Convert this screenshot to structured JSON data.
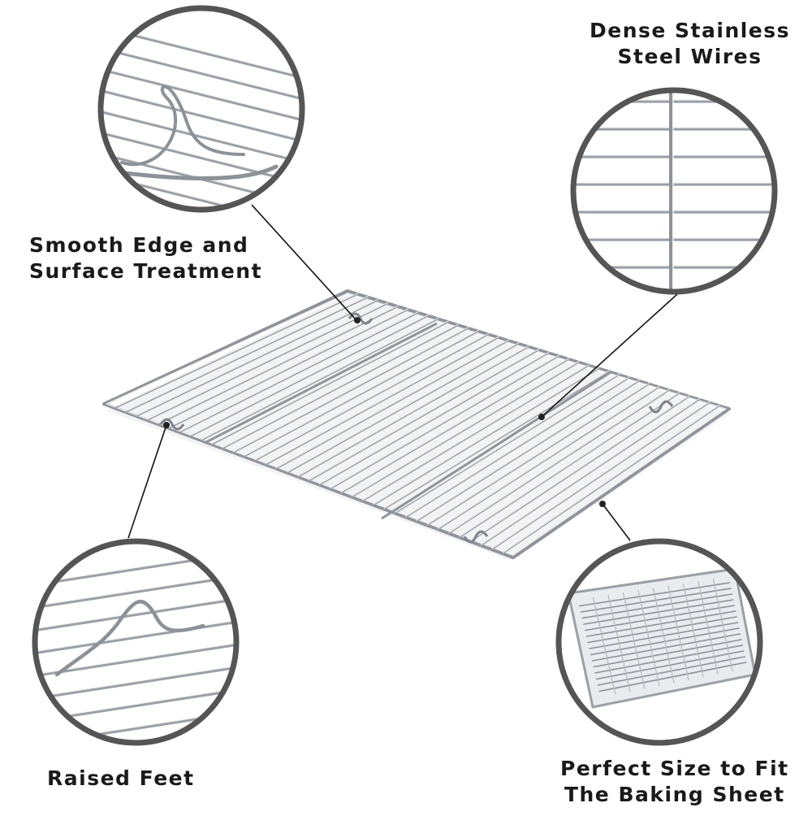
{
  "features": {
    "smooth_edge": {
      "line1": "Smooth Edge and",
      "line2": "Surface Treatment"
    },
    "dense_wires": {
      "line1": "Dense Stainless",
      "line2": "Steel Wires"
    },
    "raised_feet": {
      "line1": "Raised Feet"
    },
    "perfect_size": {
      "line1": "Perfect Size to Fit",
      "line2": "The Baking Sheet"
    }
  },
  "colors": {
    "background": "#ffffff",
    "callout_ring": "#555555",
    "wire": "#9aa0a6",
    "wire_highlight": "#e6e8ea",
    "leader_line": "#111111",
    "text": "#1a1a1a"
  }
}
